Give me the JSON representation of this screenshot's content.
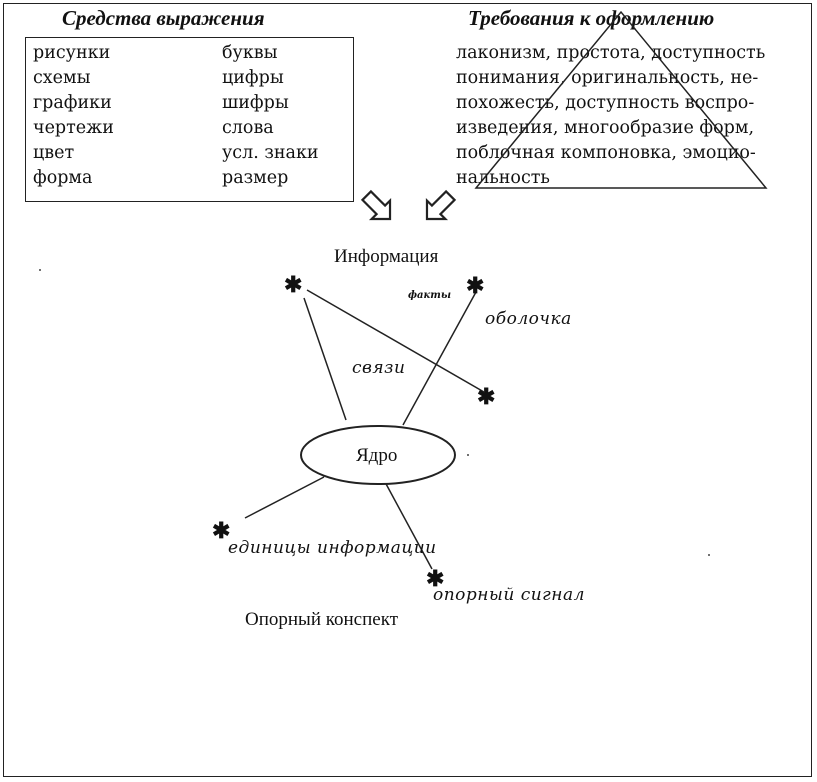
{
  "means": {
    "title": "Средства выражения",
    "left_items": [
      "рисунки",
      "схемы",
      "графики",
      "чертежи",
      "цвет",
      "форма"
    ],
    "right_items": [
      "буквы",
      "цифры",
      "шифры",
      "слова",
      "усл. знаки",
      "размер"
    ]
  },
  "requirements": {
    "title": "Требования к оформлению",
    "lines": [
      "лаконизм, простота, доступность",
      "понимания, оригинальность, не-",
      "похожесть, доступность воспро-",
      "изведения, многообразие форм,",
      "поблочная компоновка, эмоцио-",
      "нальность"
    ]
  },
  "diagram": {
    "information_label": "Информация",
    "facts_label": "факты",
    "shell_label": "оболочка",
    "links_label": "связи",
    "core_label": "Ядро",
    "units_label": "единицы информации",
    "signal_label": "опорный сигнал",
    "caption": "Опорный конспект",
    "star_glyph": "✱"
  }
}
